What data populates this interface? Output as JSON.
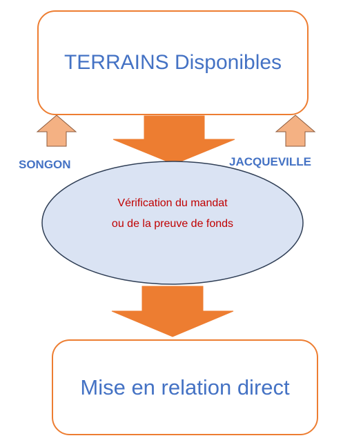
{
  "top_box": {
    "title": "TERRAINS Disponibles"
  },
  "labels": {
    "left": "SONGON",
    "right": "JACQUEVILLE"
  },
  "oval": {
    "line1": "Vérification du mandat",
    "line2": "ou de la preuve de fonds"
  },
  "bottom_box": {
    "title": "Mise en relation direct"
  },
  "colors": {
    "accent_orange": "#ED7D31",
    "light_orange": "#F4B183",
    "text_blue": "#4472C4",
    "text_red": "#C00000",
    "oval_fill": "#DAE3F3",
    "oval_stroke": "#2F3E55"
  }
}
